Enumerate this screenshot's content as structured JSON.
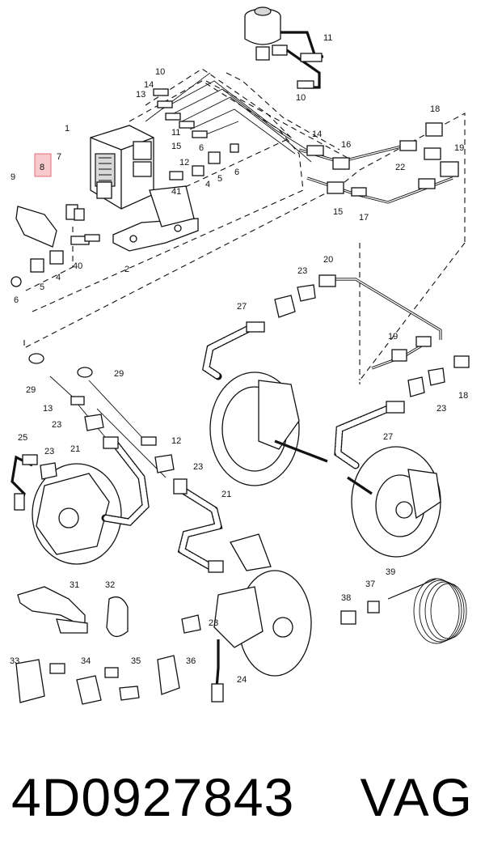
{
  "diagram": {
    "callouts": [
      "1",
      "2",
      "4",
      "4",
      "5",
      "5",
      "6",
      "6",
      "6",
      "7",
      "8",
      "9",
      "10",
      "10",
      "11",
      "11",
      "12",
      "12",
      "13",
      "13",
      "14",
      "14",
      "15",
      "15",
      "16",
      "17",
      "18",
      "18",
      "19",
      "19",
      "20",
      "21",
      "21",
      "22",
      "23",
      "23",
      "23",
      "23",
      "23",
      "23",
      "24",
      "25",
      "27",
      "27",
      "29",
      "29",
      "31",
      "32",
      "33",
      "34",
      "35",
      "36",
      "37",
      "38",
      "39",
      "40",
      "41"
    ]
  },
  "footer": {
    "part_number": "4D0927843",
    "brand": "VAG"
  },
  "colors": {
    "line": "#111111",
    "highlight_fill": "#f7c9cc",
    "highlight_stroke": "#e06f78",
    "background": "#ffffff"
  }
}
